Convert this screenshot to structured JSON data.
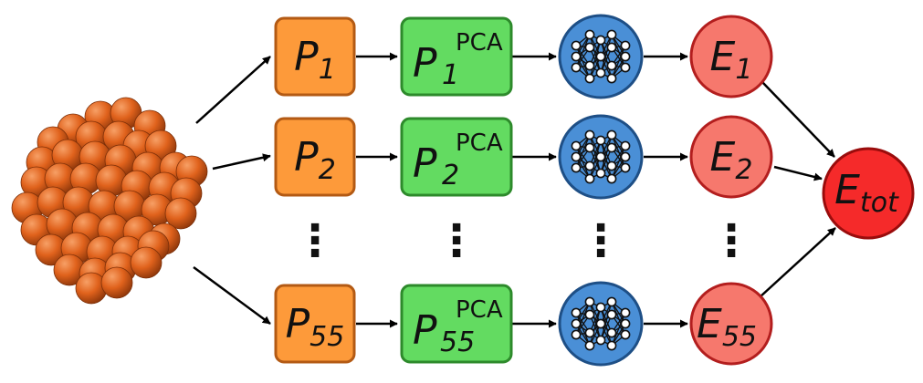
{
  "rows": [
    {
      "p_base": "P",
      "p_sub": "1",
      "pca_sup": "PCA",
      "pca_sub": "1",
      "e_base": "E",
      "e_sub": "1"
    },
    {
      "p_base": "P",
      "p_sub": "2",
      "pca_sup": "PCA",
      "pca_sub": "2",
      "e_base": "E",
      "e_sub": "2"
    },
    {
      "p_base": "P",
      "p_sub": "55",
      "pca_sup": "PCA",
      "pca_sub": "55",
      "e_base": "E",
      "e_sub": "55"
    }
  ],
  "total": {
    "base": "E",
    "sub": "tot"
  },
  "ellipsis": "⋮",
  "colors": {
    "orange_fill": "#fd9a3a",
    "orange_stroke": "#b35a14",
    "green_fill": "#63db61",
    "green_stroke": "#2d8a2b",
    "blue_fill": "#4a8fd6",
    "blue_stroke": "#1e4f86",
    "salmon_fill": "#f6786d",
    "salmon_stroke": "#b31e1e",
    "red_fill": "#f52a2a",
    "red_stroke": "#9a0c0c",
    "cluster": "#e0621c"
  },
  "icons": {
    "cluster": "atom-cluster-icon",
    "network": "neural-network-icon"
  }
}
